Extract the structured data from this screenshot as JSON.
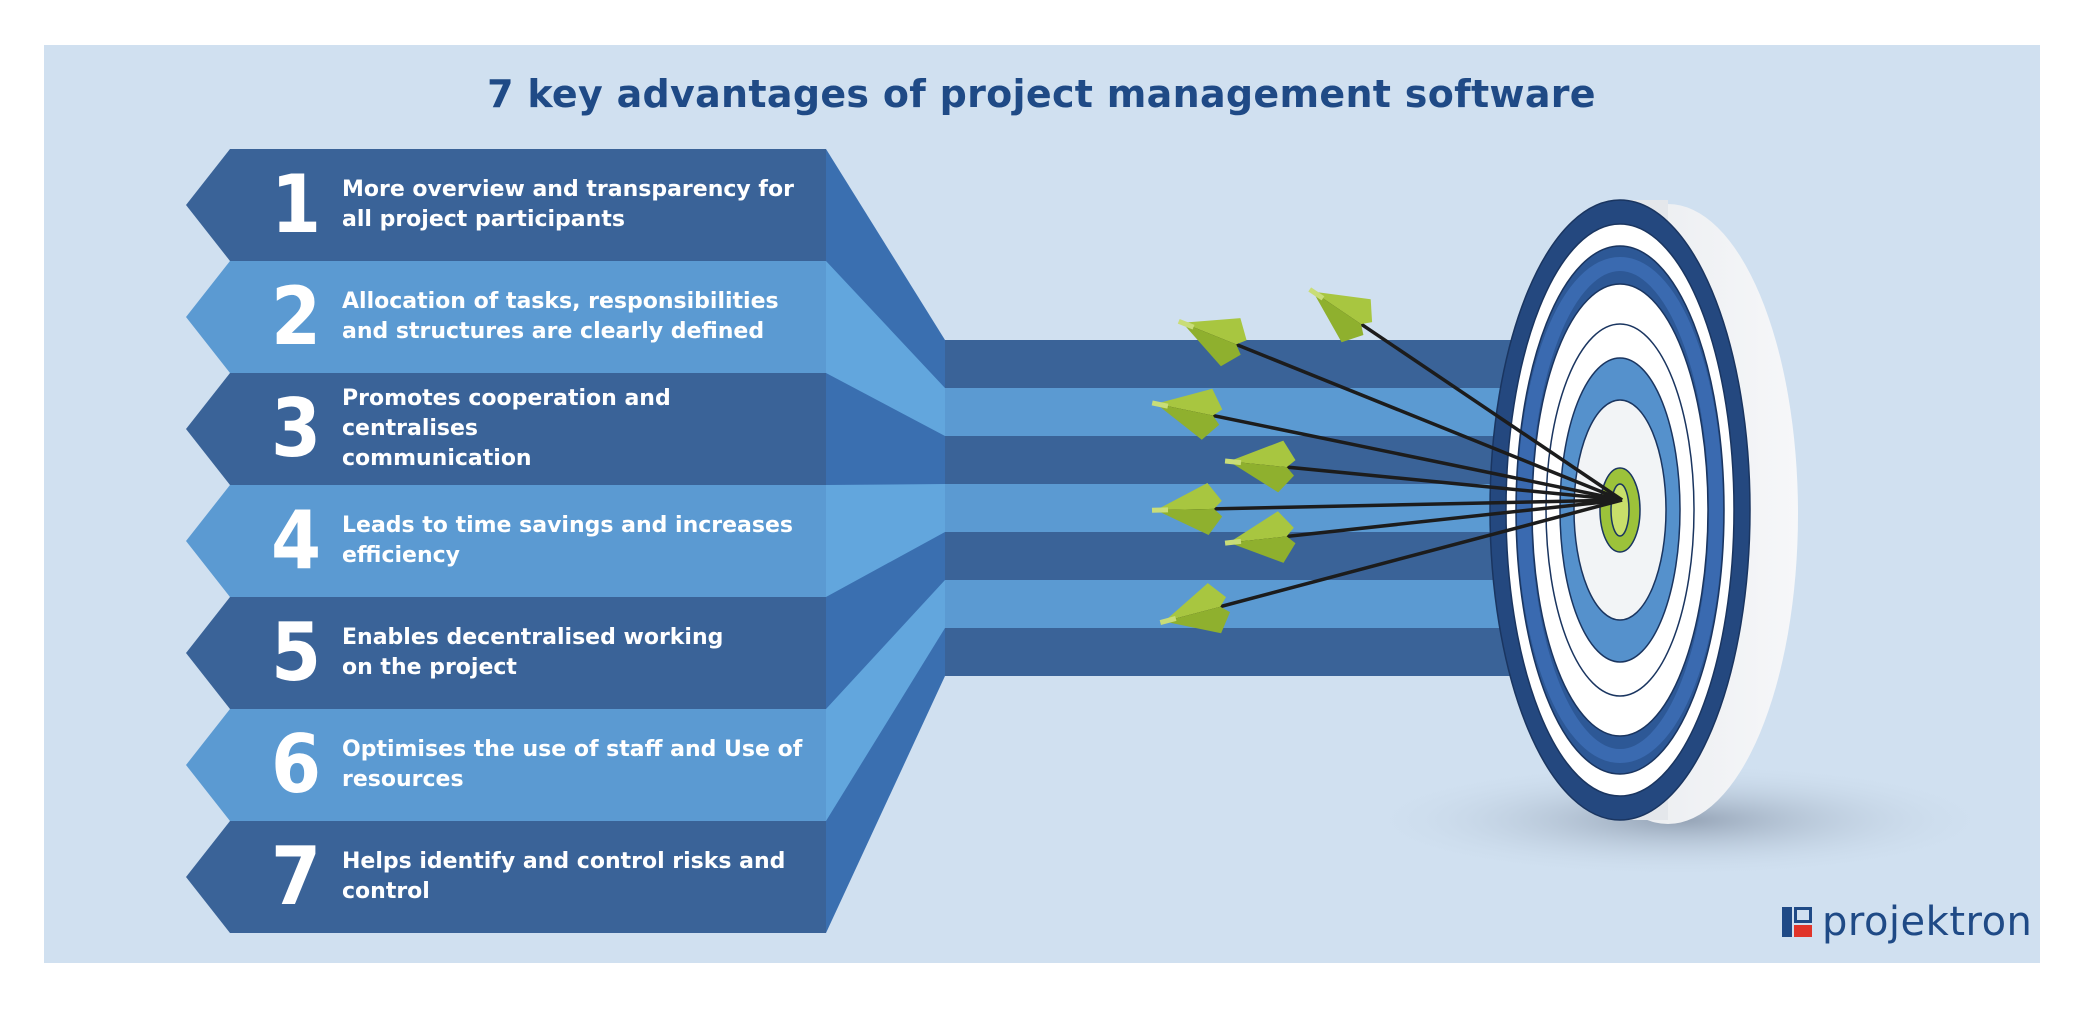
{
  "title": "7 key advantages of project management software",
  "items": [
    {
      "number": "1",
      "text": "More overview and transparency for\nall project participants"
    },
    {
      "number": "2",
      "text": "Allocation of tasks, responsibilities\nand structures are clearly defined"
    },
    {
      "number": "3",
      "text": "Promotes cooperation and centralises\ncommunication"
    },
    {
      "number": "4",
      "text": "Leads to time savings and increases\nefficiency"
    },
    {
      "number": "5",
      "text": "Enables decentralised working\non the project"
    },
    {
      "number": "6",
      "text": "Optimises the use of staff and Use of\nresources"
    },
    {
      "number": "7",
      "text": "Helps identify and control risks and\ncontrol"
    }
  ],
  "brand": {
    "name": "projektron"
  },
  "colors": {
    "background": "#d0e0f0",
    "dark_blue": "#3a6398",
    "light_blue": "#5b9ad2",
    "title": "#1f4a86",
    "arrow_green": "#a8c640",
    "target_navy": "#24487f"
  },
  "icons": [
    "target-icon",
    "arrow-icon",
    "projektron-logo-icon"
  ]
}
